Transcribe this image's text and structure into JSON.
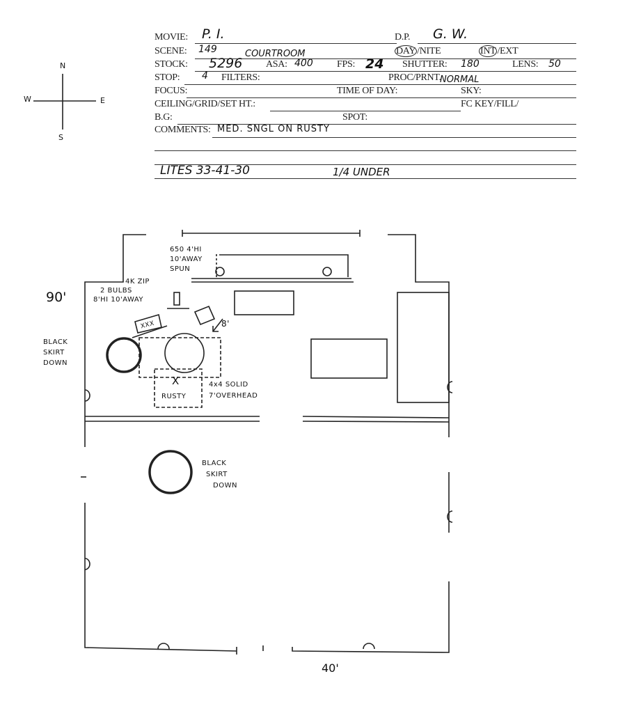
{
  "form": {
    "movie_label": "MOVIE:",
    "movie": "P. I.",
    "dp_label": "D.P.",
    "dp": "G. W.",
    "scene_label": "SCENE:",
    "scene": "149",
    "location": "COURTROOM",
    "day_label": "DAY",
    "nite_label": "/NITE",
    "int_label": "INT",
    "ext_label": "/EXT",
    "stock_label": "STOCK:",
    "stock": "5296",
    "asa_label": "ASA:",
    "asa": "400",
    "fps_label": "FPS:",
    "fps": "24",
    "shutter_label": "SHUTTER:",
    "shutter": "180",
    "lens_label": "LENS:",
    "lens": "50",
    "stop_label": "STOP:",
    "stop": "4",
    "filters_label": "FILTERS:",
    "proc_label": "PROC/PRNT.",
    "proc": "NORMAL",
    "focus_label": "FOCUS:",
    "time_label": "TIME OF DAY:",
    "sky_label": "SKY:",
    "ceiling_label": "CEILING/GRID/SET HT.:",
    "fc_label": "FC KEY/FILL/",
    "bg_label": "B.G:",
    "spot_label": "SPOT:",
    "comments_label": "COMMENTS:",
    "comments": "MED. SNGL ON RUSTY",
    "lites": "LITES 33-41-30",
    "under": "1/4 UNDER"
  },
  "compass": {
    "n": "N",
    "s": "S",
    "e": "E",
    "w": "W"
  },
  "diagram": {
    "dim_height": "90'",
    "dim_width": "40'",
    "light_650": [
      "650 4'HI",
      "10'AWAY",
      "SPUN"
    ],
    "light_4k": [
      "4K ZIP",
      "2 BULBS",
      "8'HI 10'AWAY"
    ],
    "xxx": "XXX",
    "distance_8": "8'",
    "black_skirt_1": [
      "BLACK",
      "SKIRT",
      "DOWN"
    ],
    "black_skirt_2": [
      "BLACK",
      "SKIRT",
      "DOWN"
    ],
    "rusty": "RUSTY",
    "mark_x": "X",
    "solid": [
      "4x4 SOLID",
      "7'OVERHEAD"
    ]
  }
}
